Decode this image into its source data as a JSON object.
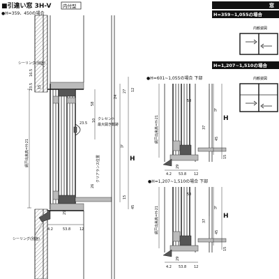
{
  "header": {
    "title": "■引違い窓 3H-V",
    "title_badge": "内付型",
    "subtitle": "●H=359、450の場合"
  },
  "right_panels": {
    "window_label": "窓",
    "range1": "H=359~1,055の場合",
    "range1_caption": "内観姿図",
    "range2": "H=1,207~1,510の場合",
    "range2_caption": "内観姿図"
  },
  "left_drawing": {
    "sealing_top": "シーリング(別途)",
    "sealing_bottom": "シーリング(別途)",
    "rough_opening": "網戸出来高=H-21",
    "clearance": "クリアランス位置",
    "crescent_note_1": "クレセント",
    "crescent_note_2": "最大開き軌跡",
    "h_label": "h",
    "H_label": "H",
    "dims": {
      "d16_5": "16.5",
      "d23_5_top": "23.5",
      "d15_top": "15",
      "d24": "24",
      "d27": "27",
      "d12_top": "12",
      "d58": "58",
      "d23_5_mid": "23.5",
      "d10": "10",
      "d26": "26",
      "d15_bot": "15",
      "d45": "45",
      "d29": "29",
      "d4_2": "4.2",
      "d53_8": "53.8",
      "d12_bot": "12"
    }
  },
  "mid_drawing": {
    "caption": "●H=601~1,055の場合 下部",
    "rough_opening": "網戸出来高=H-21",
    "h_label": "h",
    "H_label": "H",
    "dims": {
      "d58": "58",
      "d37": "37",
      "d45": "45",
      "d15": "15",
      "d29": "29",
      "d4_2": "4.2",
      "d53_8": "53.8",
      "d12": "12"
    }
  },
  "bottom_drawing": {
    "caption": "●H=1,207~1,510の場合 下部",
    "rough_opening": "網戸出来高=H-21",
    "h_label": "h",
    "H_label": "H",
    "dims": {
      "d58": "58",
      "d37": "37",
      "d45": "45",
      "d15": "15",
      "d29": "29",
      "d4_2": "4.2",
      "d53_8": "53.8",
      "d12": "12"
    }
  }
}
